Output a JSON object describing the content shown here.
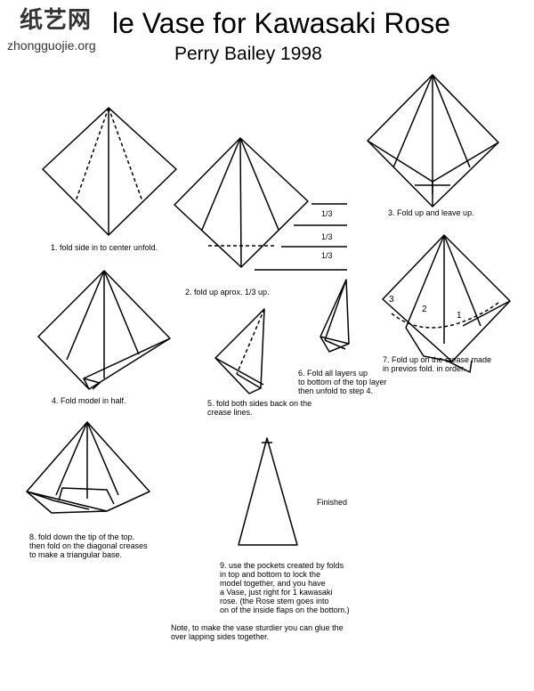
{
  "header": {
    "title": "le Vase for Kawasaki Rose",
    "author": "Perry Bailey 1998"
  },
  "watermark": {
    "cn_text": "纸艺网",
    "url": "zhongguojie.org"
  },
  "fractions": [
    "1/3",
    "1/3",
    "1/3"
  ],
  "step7_numbers": [
    "3",
    "2",
    "1"
  ],
  "steps": [
    {
      "text": "1. fold side in to center unfold."
    },
    {
      "text": "2. fold up aprox. 1/3 up."
    },
    {
      "text": "3. Fold up and leave up."
    },
    {
      "text": "4. Fold model in half."
    },
    {
      "text": "5. fold both sides back on the\ncrease lines."
    },
    {
      "text": "6. Fold all layers up\nto bottom of the top layer\nthen unfold to step 4."
    },
    {
      "text": "7. Fold up on the crease made\nin previos fold. in order."
    },
    {
      "text": "8. fold down the tip of the top.\nthen fold on the diagonal creases\nto make a triangular base."
    },
    {
      "text": "9. use the pockets created by folds\nin top and bottom to lock the\nmodel together, and you have\na Vase, just right for 1 kawasaki\nrose.  (the Rose stem goes into\non of the inside flaps on the bottom.)"
    }
  ],
  "finished_label": "Finished",
  "note": "Note, to make the vase sturdier you can glue the\nover lapping sides together."
}
